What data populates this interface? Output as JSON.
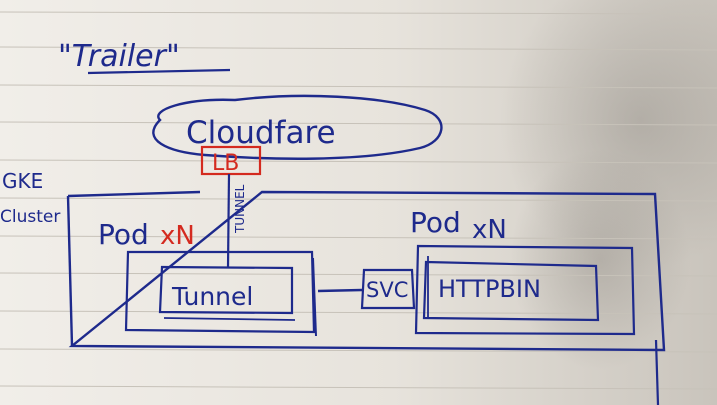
{
  "title": "\"Trailer\"",
  "cloud_label": "Cloudfare",
  "lb_label": "LB",
  "tunnel_line_label": "TUNNEL",
  "cluster_label_line1": "GKE",
  "cluster_label_line2": "Cluster",
  "left_pod": {
    "prefix": "Pod",
    "multiplier": "xN"
  },
  "right_pod": {
    "prefix": "Pod",
    "multiplier": "xN"
  },
  "tunnel_label": "Tunnel",
  "svc_label": "SVC",
  "httpbin_label": "HTTPBIN",
  "colors": {
    "ink_blue": "#1e2a8c",
    "ink_red": "#d42a1f",
    "paper": "#e9e6e0",
    "rule_line": "#c5c0b7"
  }
}
